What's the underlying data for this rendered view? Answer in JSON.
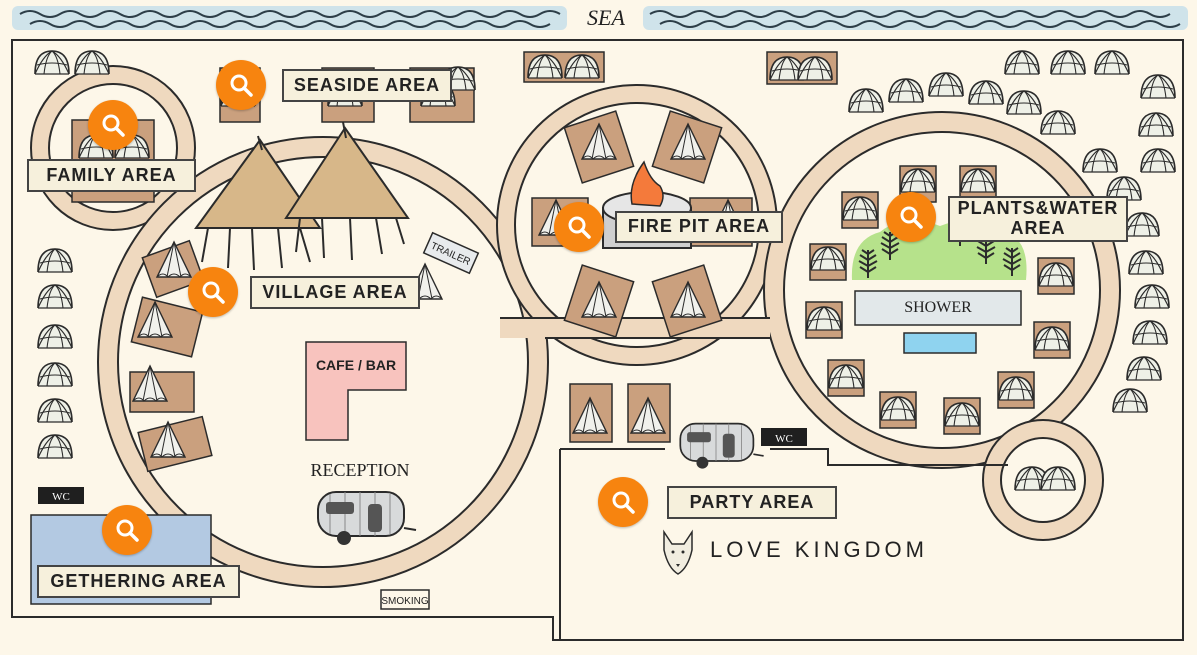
{
  "header": {
    "sea_label": "SEA"
  },
  "areas": {
    "seaside": "SEASIDE AREA",
    "family": "FAMILY AREA",
    "village": "VILLAGE AREA",
    "fire_pit": "FIRE PIT AREA",
    "plants_water": "PLANTS&WATER AREA",
    "party": "PARTY AREA",
    "gathering": "GETHERING AREA"
  },
  "places": {
    "cafe_bar": "CAFE / BAR",
    "reception": "RECEPTION",
    "trailer": "TRAILER",
    "shower": "SHOWER",
    "wc_left": "WC",
    "wc_right": "WC",
    "smoking": "SMOKING"
  },
  "brand": {
    "name": "LOVE KINGDOM"
  },
  "icons": {
    "pin": "search-icon",
    "brand": "fox-logo-icon"
  },
  "colors": {
    "pin": "#f7840f",
    "path": "#efd9bf",
    "tent_pad": "#caa07e",
    "tipi": "#d7b789",
    "cafe": "#f8c3be",
    "pool": "#8fd3ef",
    "gathering": "#b3c9e2",
    "greenery": "#b6e28b"
  }
}
